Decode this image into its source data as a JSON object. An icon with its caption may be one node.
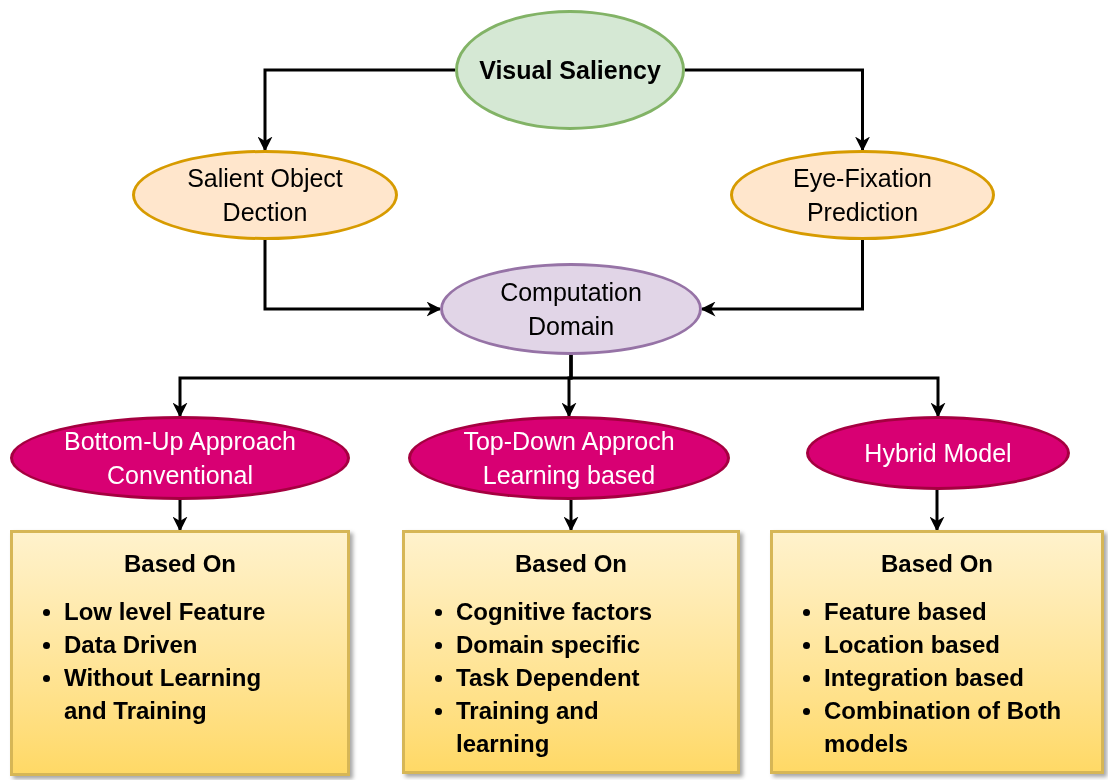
{
  "diagram": {
    "nodes": [
      {
        "text": [
          "Visual Saliency"
        ]
      },
      {
        "text": [
          "Salient Object Dection"
        ]
      },
      {
        "text": [
          "Eye-Fixation Prediction"
        ]
      },
      {
        "text": [
          "Computation Domain"
        ]
      },
      {
        "text": [
          "Bottom-Up Approach Conventional"
        ]
      },
      {
        "text": [
          "Top-Down Approch Learning based"
        ]
      },
      {
        "text": [
          "Hybrid Model"
        ]
      },
      {
        "text": [
          "Based On",
          "Low level Feature",
          "Data Driven",
          "Without Learning and Training"
        ]
      },
      {
        "text": [
          "Based On",
          "Cognitive factors",
          "Domain specific",
          "Task Dependent",
          "Training and learning"
        ]
      },
      {
        "text": [
          "Based On",
          "Feature based",
          "Location based",
          "Integration based",
          "Combination of Both models"
        ]
      }
    ],
    "edges": [
      {
        "from": 0,
        "to": 1,
        "arrow": "to"
      },
      {
        "from": 0,
        "to": 2,
        "arrow": "to"
      },
      {
        "from": 1,
        "to": 3,
        "arrow": "to"
      },
      {
        "from": 2,
        "to": 3,
        "arrow": "to"
      },
      {
        "from": 3,
        "to": 4,
        "arrow": "to"
      },
      {
        "from": 3,
        "to": 5,
        "arrow": "to"
      },
      {
        "from": 3,
        "to": 6,
        "arrow": "to"
      },
      {
        "from": 4,
        "to": 7,
        "arrow": "to"
      },
      {
        "from": 5,
        "to": 8,
        "arrow": "to"
      },
      {
        "from": 6,
        "to": 9,
        "arrow": "to"
      }
    ]
  }
}
